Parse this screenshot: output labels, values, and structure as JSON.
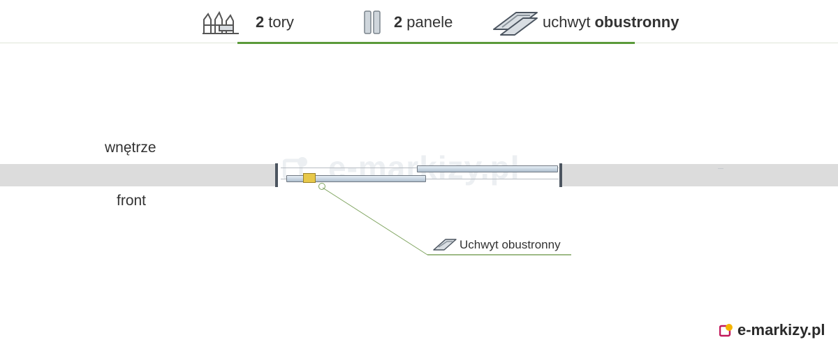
{
  "header": {
    "tracks": {
      "number": "2",
      "word": "tory"
    },
    "panels": {
      "number": "2",
      "word": "panele"
    },
    "handle": {
      "word": "uchwyt",
      "strong": "obustronny"
    }
  },
  "diagram": {
    "inside_label": "wnętrze",
    "front_label": "front",
    "callout_label": "Uchwyt obustronny",
    "watermark": "e-markizy.pl"
  },
  "brand": {
    "name": "e-markizy.pl"
  },
  "colors": {
    "accent_green": "#5b9a3a",
    "handle_yellow": "#e7c84a",
    "wall_gray": "#dcdcdc",
    "brand_pink": "#c2185b",
    "brand_yellow": "#f5b400"
  },
  "icons": [
    "tracks-icon",
    "panels-icon",
    "handle-icon",
    "brand-logo-icon"
  ]
}
